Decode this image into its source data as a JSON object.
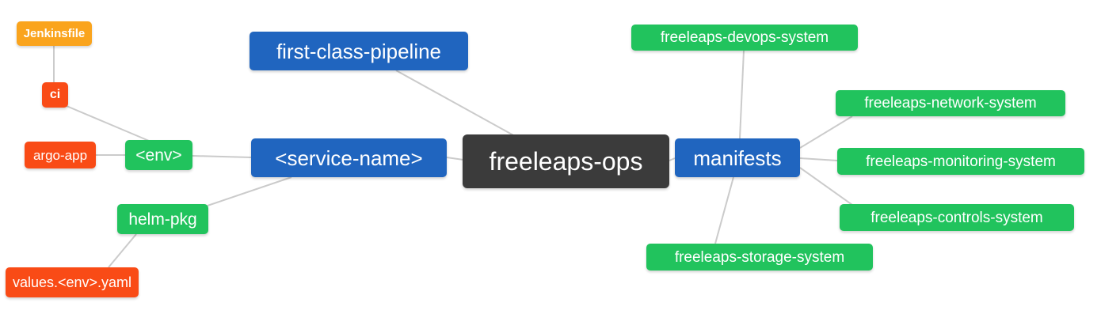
{
  "diagram": {
    "type": "mindmap",
    "root_label": "freeleaps-ops",
    "palette": {
      "root_bg": "#3B3B3B",
      "primary_bg": "#2065BF",
      "secondary_bg": "#21C35D",
      "accent_bg": "#F94B16",
      "highlight_bg": "#FAA41D",
      "edge": "#CBCBCB",
      "text": "#FFFFFF",
      "canvas_bg": "#FFFFFF"
    },
    "nodes": [
      {
        "id": "jenkinsfile",
        "label": "Jenkinsfile",
        "color": "highlight_bg",
        "parent": "ci"
      },
      {
        "id": "ci",
        "label": "ci",
        "color": "accent_bg",
        "parent": "env"
      },
      {
        "id": "argo-app",
        "label": "argo-app",
        "color": "accent_bg",
        "parent": "env"
      },
      {
        "id": "env",
        "label": "<env>",
        "color": "secondary_bg",
        "parent": "service-name"
      },
      {
        "id": "helm-pkg",
        "label": "helm-pkg",
        "color": "secondary_bg",
        "parent": "service-name"
      },
      {
        "id": "values-env-yaml",
        "label": "values.<env>.yaml",
        "color": "accent_bg",
        "parent": "helm-pkg"
      },
      {
        "id": "first-class-pipeline",
        "label": "first-class-pipeline",
        "color": "primary_bg",
        "parent": "freeleaps-ops"
      },
      {
        "id": "service-name",
        "label": "<service-name>",
        "color": "primary_bg",
        "parent": "freeleaps-ops"
      },
      {
        "id": "freeleaps-ops",
        "label": "freeleaps-ops",
        "color": "root_bg",
        "parent": null
      },
      {
        "id": "manifests",
        "label": "manifests",
        "color": "primary_bg",
        "parent": "freeleaps-ops"
      },
      {
        "id": "devops-system",
        "label": "freeleaps-devops-system",
        "color": "secondary_bg",
        "parent": "manifests"
      },
      {
        "id": "network-system",
        "label": "freeleaps-network-system",
        "color": "secondary_bg",
        "parent": "manifests"
      },
      {
        "id": "monitoring-system",
        "label": "freeleaps-monitoring-system",
        "color": "secondary_bg",
        "parent": "manifests"
      },
      {
        "id": "controls-system",
        "label": "freeleaps-controls-system",
        "color": "secondary_bg",
        "parent": "manifests"
      },
      {
        "id": "storage-system",
        "label": "freeleaps-storage-system",
        "color": "secondary_bg",
        "parent": "manifests"
      }
    ],
    "edges": [
      {
        "from": "jenkinsfile",
        "to": "ci"
      },
      {
        "from": "ci",
        "to": "env"
      },
      {
        "from": "argo-app",
        "to": "env"
      },
      {
        "from": "env",
        "to": "service-name"
      },
      {
        "from": "helm-pkg",
        "to": "service-name"
      },
      {
        "from": "values-env-yaml",
        "to": "helm-pkg"
      },
      {
        "from": "first-class-pipeline",
        "to": "freeleaps-ops"
      },
      {
        "from": "service-name",
        "to": "freeleaps-ops"
      },
      {
        "from": "freeleaps-ops",
        "to": "manifests"
      },
      {
        "from": "manifests",
        "to": "devops-system"
      },
      {
        "from": "manifests",
        "to": "network-system"
      },
      {
        "from": "manifests",
        "to": "monitoring-system"
      },
      {
        "from": "manifests",
        "to": "controls-system"
      },
      {
        "from": "manifests",
        "to": "storage-system"
      }
    ]
  }
}
